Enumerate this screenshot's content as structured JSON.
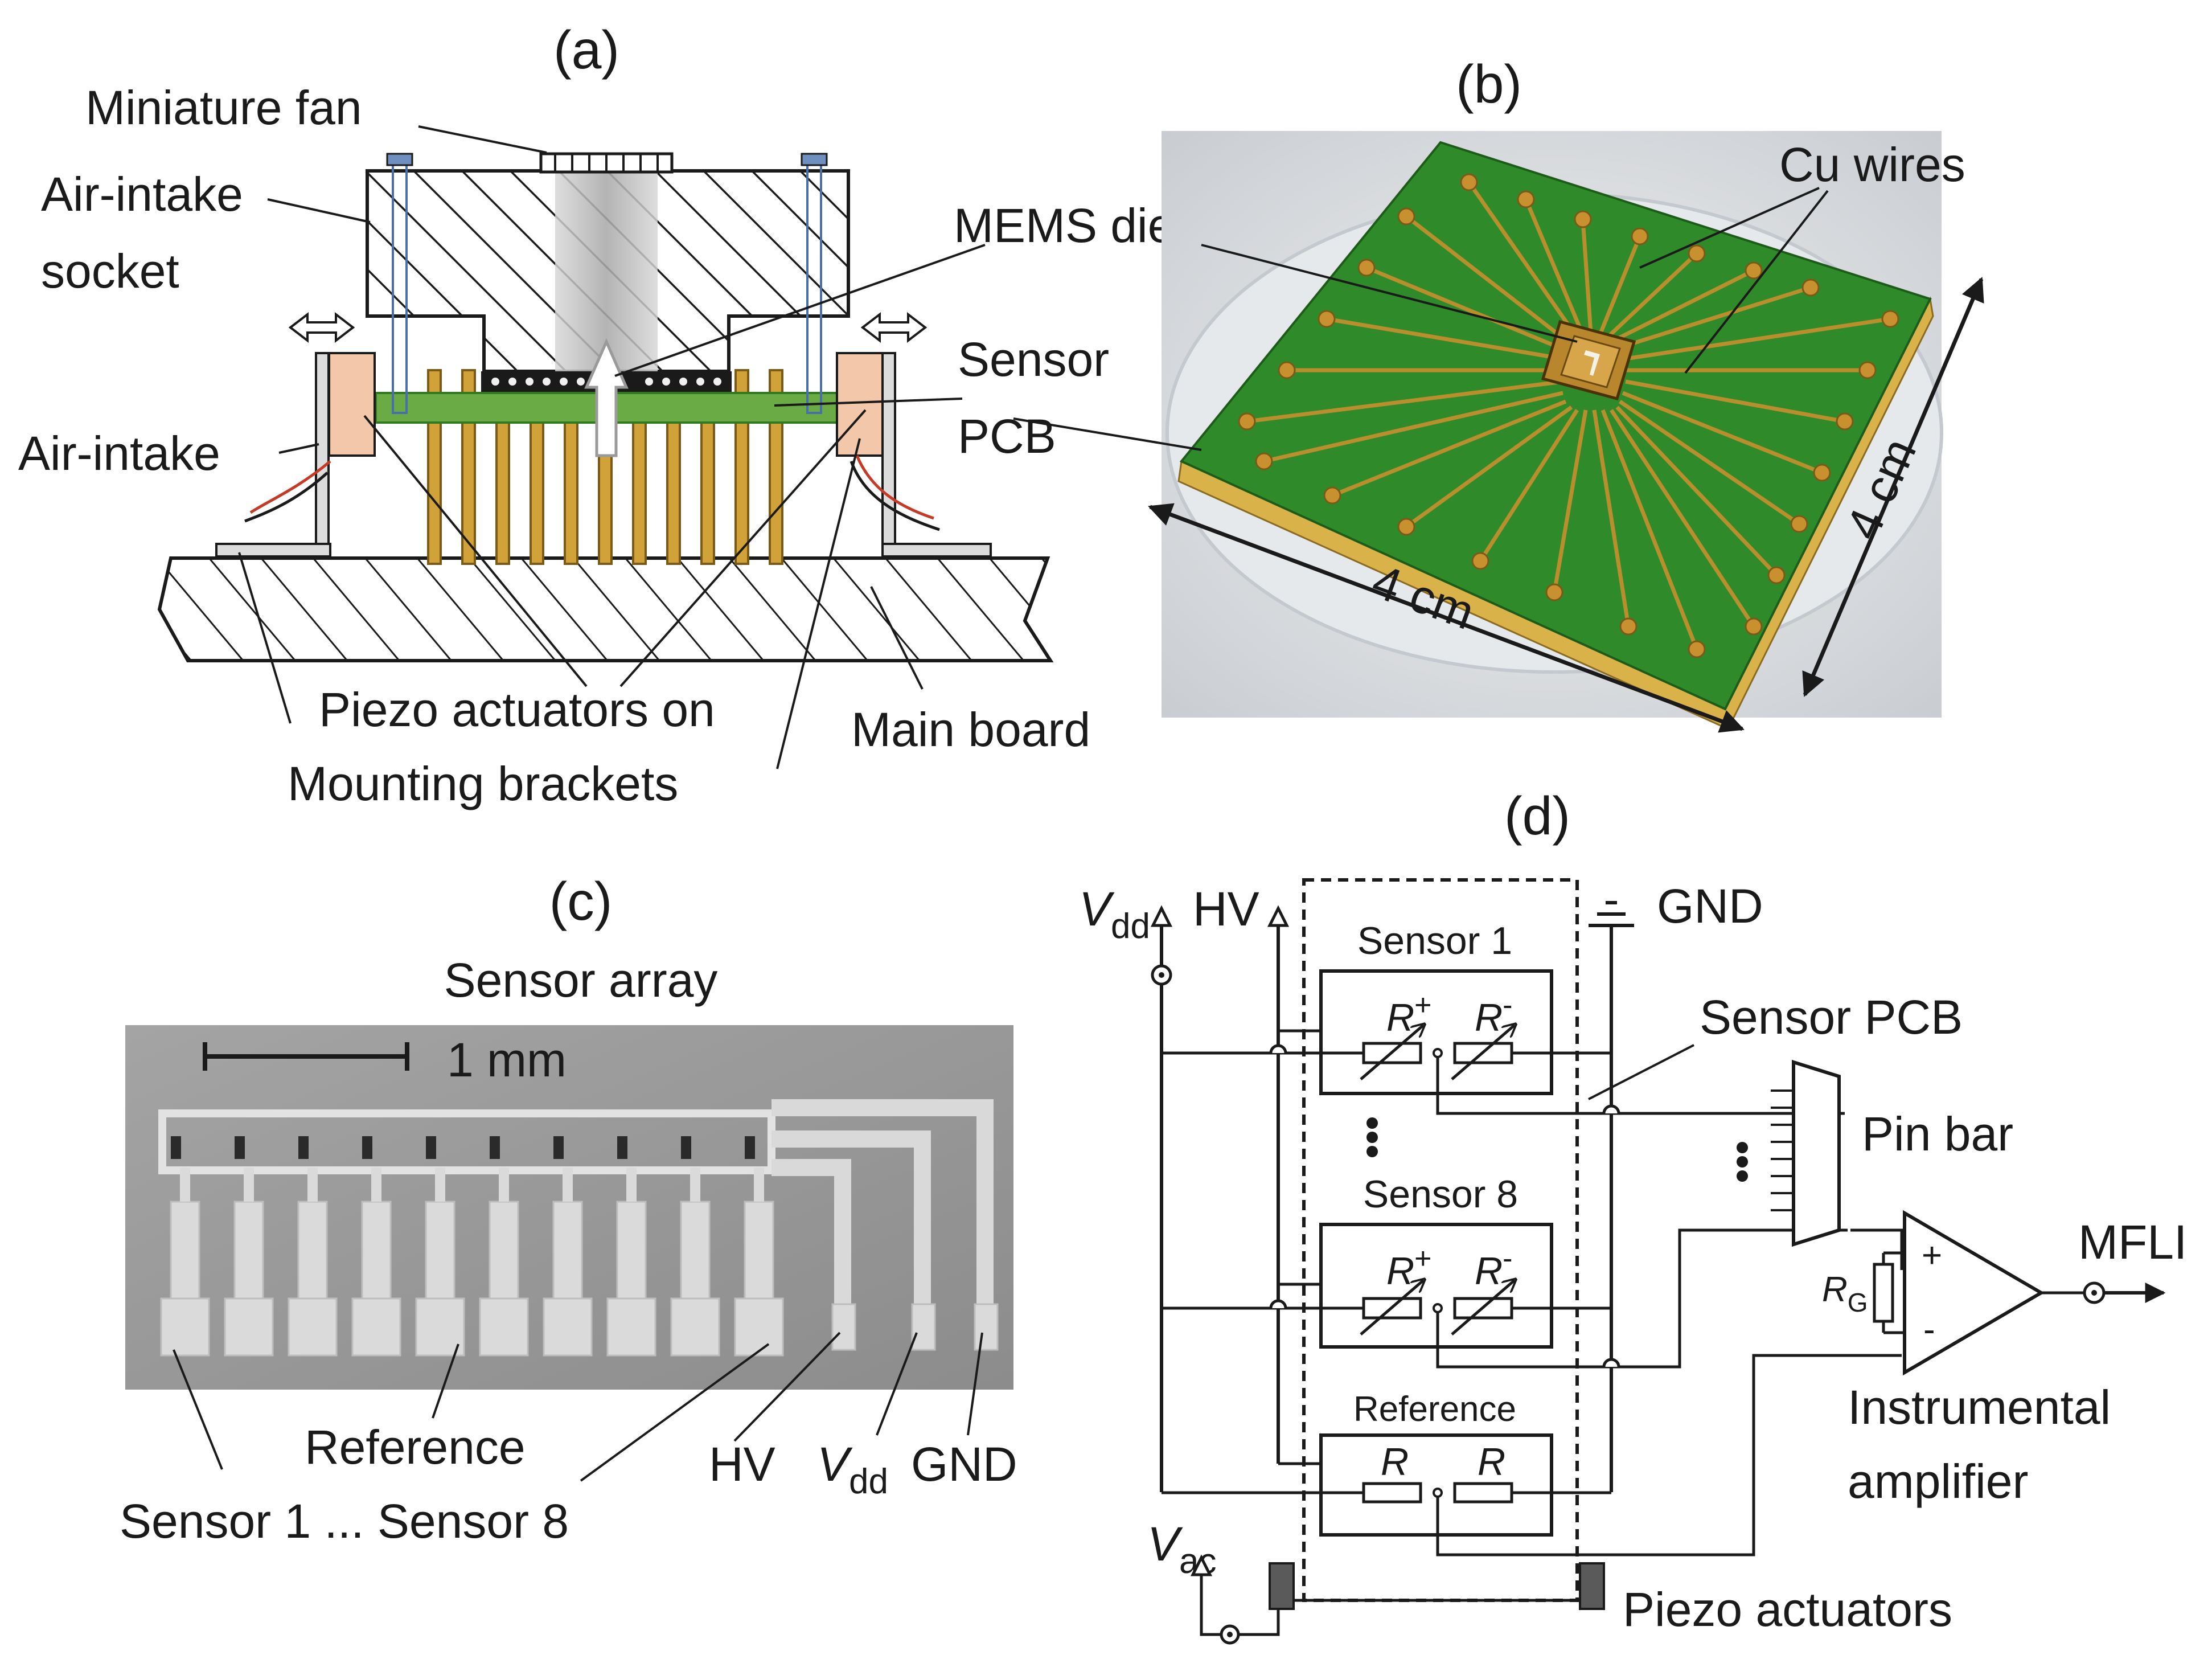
{
  "panels": {
    "a": {
      "tag": "(a)",
      "labels": {
        "fan": "Miniature fan",
        "socket_1": "Air-intake",
        "socket_2": "socket",
        "mems": "MEMS die",
        "sensor_pcb_1": "Sensor",
        "sensor_pcb_2": "PCB",
        "air_intake": "Air-intake",
        "piezo_1": "Piezo actuators on",
        "piezo_2": "Mounting brackets",
        "main_board": "Main board"
      }
    },
    "b": {
      "tag": "(b)",
      "labels": {
        "cu_wires": "Cu wires",
        "dim_1": "4 cm",
        "dim_2": "4 cm"
      }
    },
    "c": {
      "tag": "(c)",
      "title": "Sensor array",
      "labels": {
        "scale": "1 mm",
        "reference": "Reference",
        "sensors": "Sensor 1 ... Sensor 8",
        "hv": "HV",
        "vdd_main": "V",
        "vdd_sub": "dd",
        "gnd": "GND"
      }
    },
    "d": {
      "tag": "(d)",
      "labels": {
        "vdd_main": "V",
        "vdd_sub": "dd",
        "hv": "HV",
        "gnd": "GND",
        "sensor1": "Sensor 1",
        "sensor8": "Sensor 8",
        "reference": "Reference",
        "r_plus": "R",
        "r_minus": "R",
        "plus_sup": "+",
        "minus_sup": "-",
        "r": "R",
        "sensor_pcb": "Sensor PCB",
        "pin_bar": "Pin bar",
        "mfli": "MFLI",
        "rg_main": "R",
        "rg_sub": "G",
        "amp_plus": "+",
        "amp_minus": "-",
        "amp_1": "Instrumental",
        "amp_2": "amplifier",
        "vac_main": "V",
        "vac_sub": "ac",
        "piezo": "Piezo actuators"
      }
    }
  },
  "colors": {
    "pcb_green": "#6aab46",
    "pcb_dark": "#2f7a1e",
    "copper": "#c8902e",
    "pin_gold": "#d2a23a",
    "piezo": "#f3c7a9",
    "sem_bg": "#9a9a9a",
    "sem_light": "#d8d8d8",
    "fan_gray": "#bcbcbc"
  }
}
